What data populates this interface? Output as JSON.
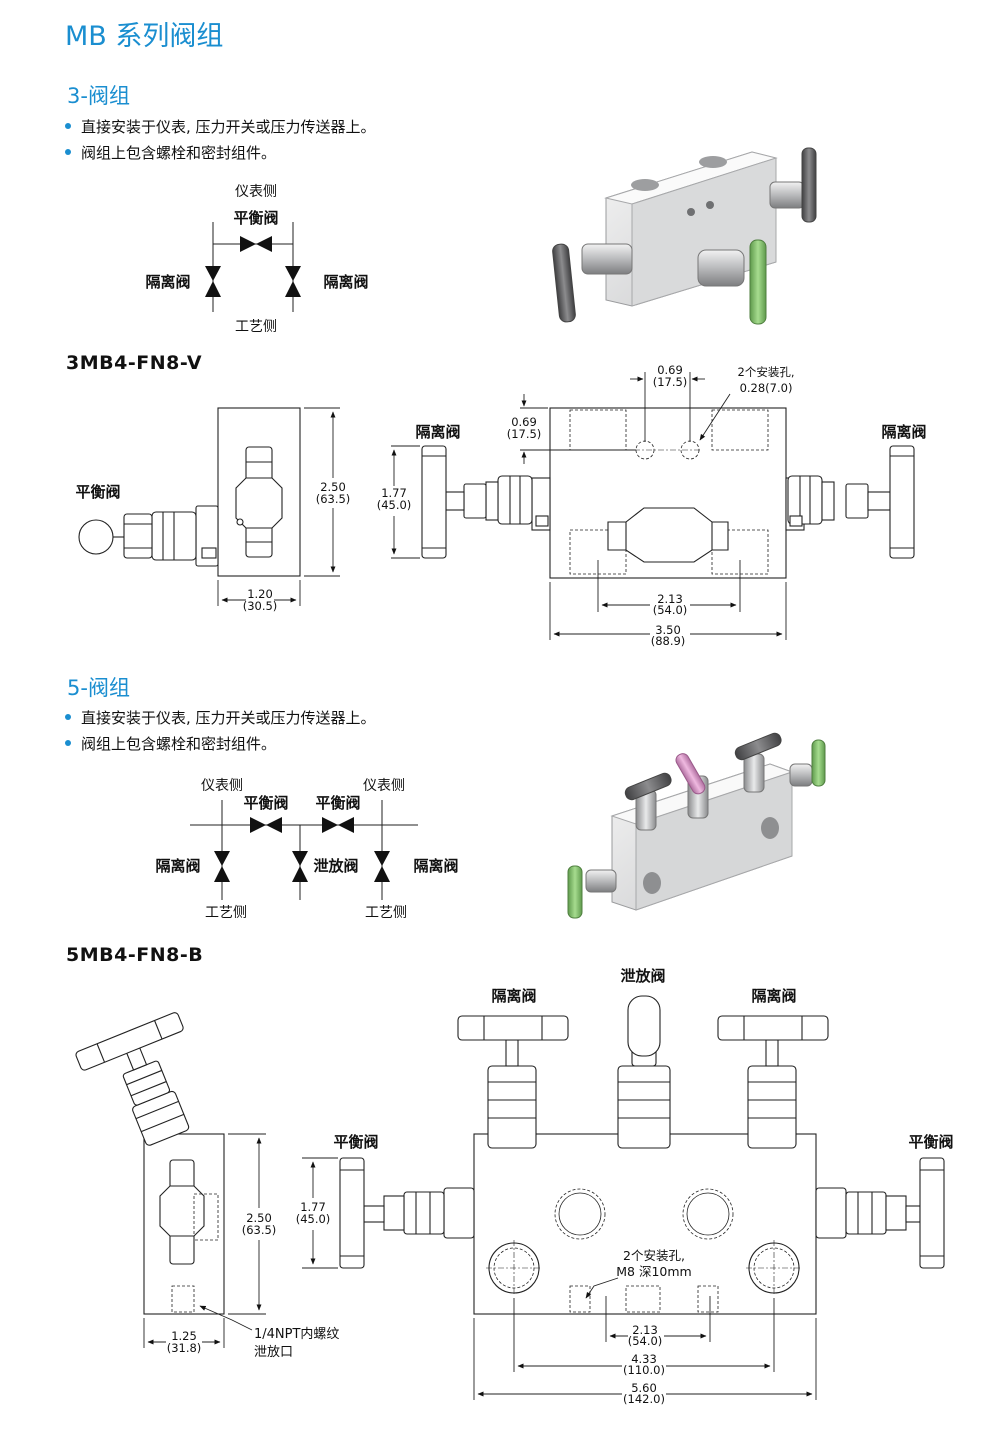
{
  "page": {
    "title": "MB 系列阀组"
  },
  "section3": {
    "heading": "3-阀组",
    "bullets": [
      "直接安装于仪表, 压力开关或压力传送器上。",
      "阀组上包含螺栓和密封组件。"
    ],
    "schematic": {
      "top": "仪表侧",
      "equalizing": "平衡阀",
      "isolate_left": "隔离阀",
      "isolate_right": "隔离阀",
      "bottom": "工艺侧"
    },
    "model": "3MB4-FN8-V",
    "drawing": {
      "side_equalizing": "平衡阀",
      "height_in": "2.50",
      "height_mm": "(63.5)",
      "width_in": "1.20",
      "width_mm": "(30.5)",
      "isolate_left": "隔离阀",
      "isolate_right": "隔离阀",
      "h177_in": "1.77",
      "h177_mm": "(45.0)",
      "d069a_in": "0.69",
      "d069a_mm": "(17.5)",
      "d069b_in": "0.69",
      "d069b_mm": "(17.5)",
      "holes_l1": "2个安装孔,",
      "holes_l2": "0.28(7.0)",
      "w213_in": "2.13",
      "w213_mm": "(54.0)",
      "w350_in": "3.50",
      "w350_mm": "(88.9)"
    }
  },
  "section5": {
    "heading": "5-阀组",
    "bullets": [
      "直接安装于仪表, 压力开关或压力传送器上。",
      "阀组上包含螺栓和密封组件。"
    ],
    "schematic": {
      "top_left": "仪表侧",
      "top_right": "仪表侧",
      "equalizing_left": "平衡阀",
      "equalizing_right": "平衡阀",
      "isolate_left": "隔离阀",
      "vent": "泄放阀",
      "isolate_right": "隔离阀",
      "bottom_left": "工艺侧",
      "bottom_right": "工艺侧"
    },
    "model": "5MB4-FN8-B",
    "drawing": {
      "vent_top": "泄放阀",
      "isolate_left": "隔离阀",
      "isolate_right": "隔离阀",
      "equalizing_left": "平衡阀",
      "equalizing_right": "平衡阀",
      "height_in": "2.50",
      "height_mm": "(63.5)",
      "h177_in": "1.77",
      "h177_mm": "(45.0)",
      "width_in": "1.25",
      "width_mm": "(31.8)",
      "npt_l1": "1/4NPT内螺纹",
      "npt_l2": "泄放口",
      "holes_l1": "2个安装孔,",
      "holes_l2": "M8 深10mm",
      "w213_in": "2.13",
      "w213_mm": "(54.0)",
      "w433_in": "4.33",
      "w433_mm": "(110.0)",
      "w560_in": "5.60",
      "w560_mm": "(142.0)"
    }
  },
  "colors": {
    "accent": "#1a8ed0",
    "handle_green": "#8fcf7a",
    "handle_pink": "#d996c6",
    "steel": "#c9cacc"
  }
}
